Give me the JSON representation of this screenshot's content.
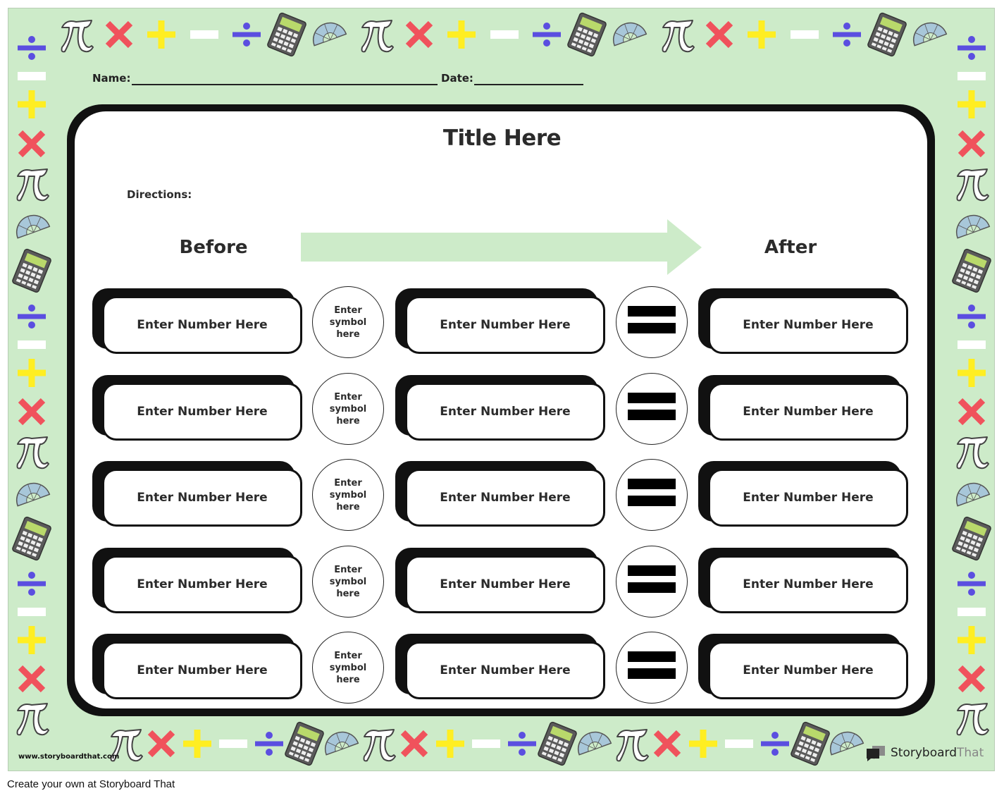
{
  "header": {
    "name_label": "Name:",
    "date_label": "Date:"
  },
  "worksheet": {
    "title": "Title Here",
    "directions_label": "Directions:",
    "before_label": "Before",
    "after_label": "After",
    "rows": [
      {
        "before": "Enter Number Here",
        "symbol": [
          "Enter",
          "symbol",
          "here"
        ],
        "middle": "Enter Number Here",
        "after": "Enter Number Here"
      },
      {
        "before": "Enter Number Here",
        "symbol": [
          "Enter",
          "symbol",
          "here"
        ],
        "middle": "Enter Number Here",
        "after": "Enter Number Here"
      },
      {
        "before": "Enter Number Here",
        "symbol": [
          "Enter",
          "symbol",
          "here"
        ],
        "middle": "Enter Number Here",
        "after": "Enter Number Here"
      },
      {
        "before": "Enter Number Here",
        "symbol": [
          "Enter",
          "symbol",
          "here"
        ],
        "middle": "Enter Number Here",
        "after": "Enter Number Here"
      },
      {
        "before": "Enter Number Here",
        "symbol": [
          "Enter",
          "symbol",
          "here"
        ],
        "middle": "Enter Number Here",
        "after": "Enter Number Here"
      }
    ]
  },
  "footer": {
    "website": "www.storyboardthat.com",
    "brand_storyboard": "Storyboard",
    "brand_that": "That",
    "caption": "Create your own at Storyboard That"
  },
  "colors": {
    "background": "#cdebc9",
    "arrow": "#cdebc9",
    "divide": "#5b4ee0",
    "plus": "#ffee22",
    "times": "#f0525c",
    "calculator": "#b9d96b",
    "protractor": "#a8c7d9"
  },
  "decor_icons": [
    "pi-icon",
    "times-icon",
    "plus-icon",
    "minus-icon",
    "divide-icon",
    "calculator-icon",
    "protractor-icon"
  ]
}
